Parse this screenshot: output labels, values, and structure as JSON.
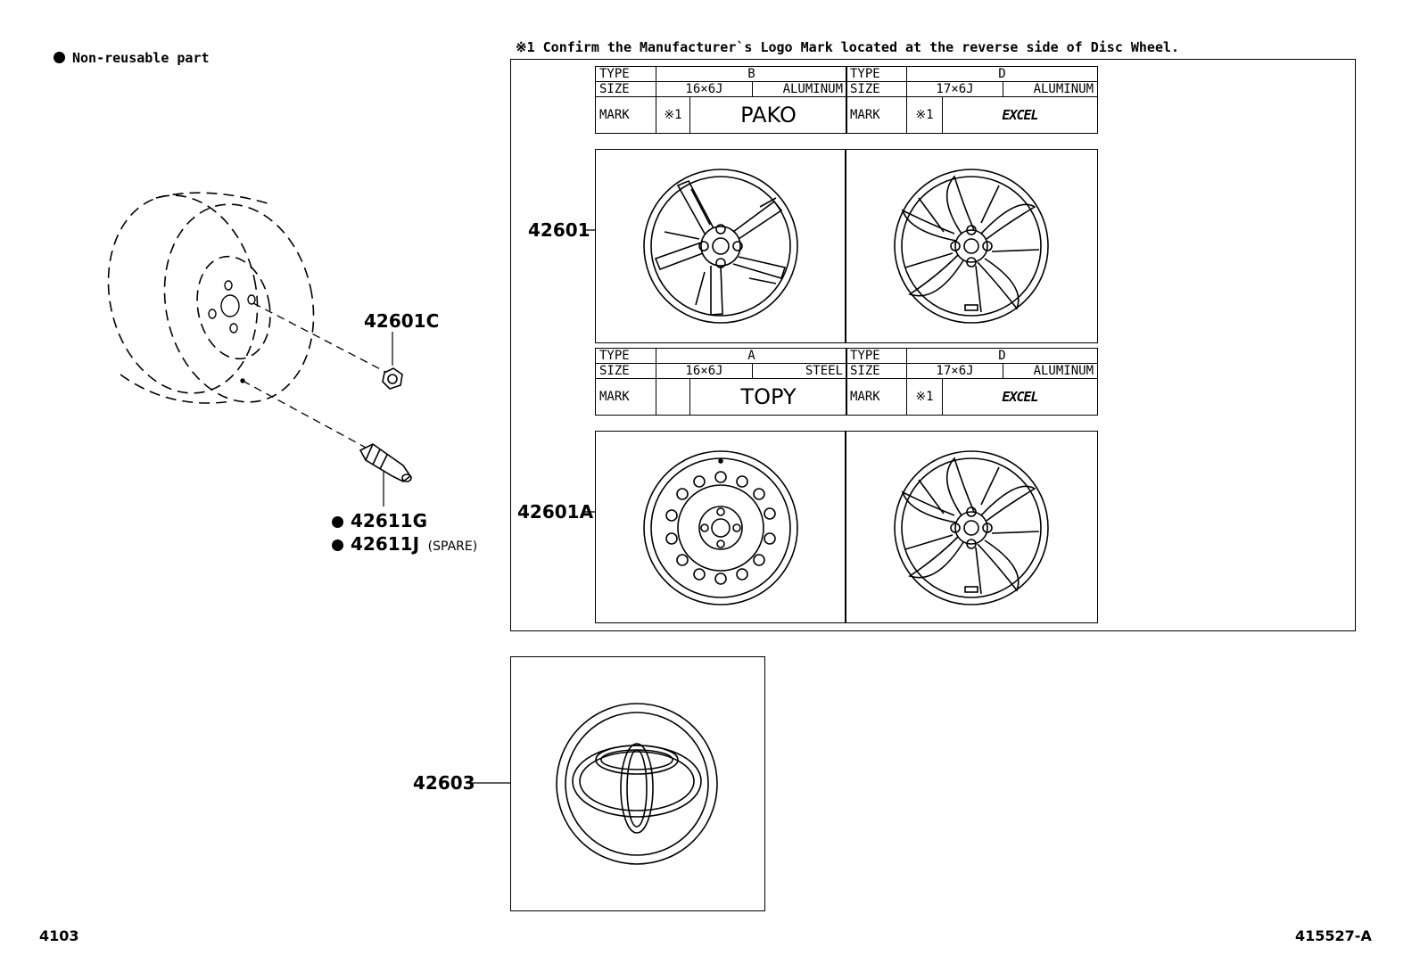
{
  "legend": {
    "label": "Non-reusable part",
    "icon": "filled-circle-icon"
  },
  "note": "※1  Confirm the Manufacturer`s Logo Mark located at the reverse side of Disc Wheel.",
  "labels": {
    "type": "TYPE",
    "size": "SIZE",
    "mark": "MARK",
    "ref": "※1"
  },
  "wheels": [
    {
      "type": "B",
      "size": "16×6J",
      "material": "ALUMINUM",
      "mark_ref": "※1",
      "logo": "PAKO"
    },
    {
      "type": "D",
      "size": "17×6J",
      "material": "ALUMINUM",
      "mark_ref": "※1",
      "logo": "EXCEL"
    },
    {
      "type": "A",
      "size": "16×6J",
      "material": "STEEL",
      "mark_ref": "",
      "logo": "TOPY"
    },
    {
      "type": "D",
      "size": "17×6J",
      "material": "ALUMINUM",
      "mark_ref": "※1",
      "logo": "EXCEL"
    }
  ],
  "parts": {
    "p42601": "42601",
    "p42601A": "42601A",
    "p42601C": "42601C",
    "p42611G": "42611G",
    "p42611J": "42611J",
    "p42611J_note": "(SPARE)",
    "p42603": "42603"
  },
  "footer": {
    "left": "4103",
    "right": "415527-A"
  }
}
